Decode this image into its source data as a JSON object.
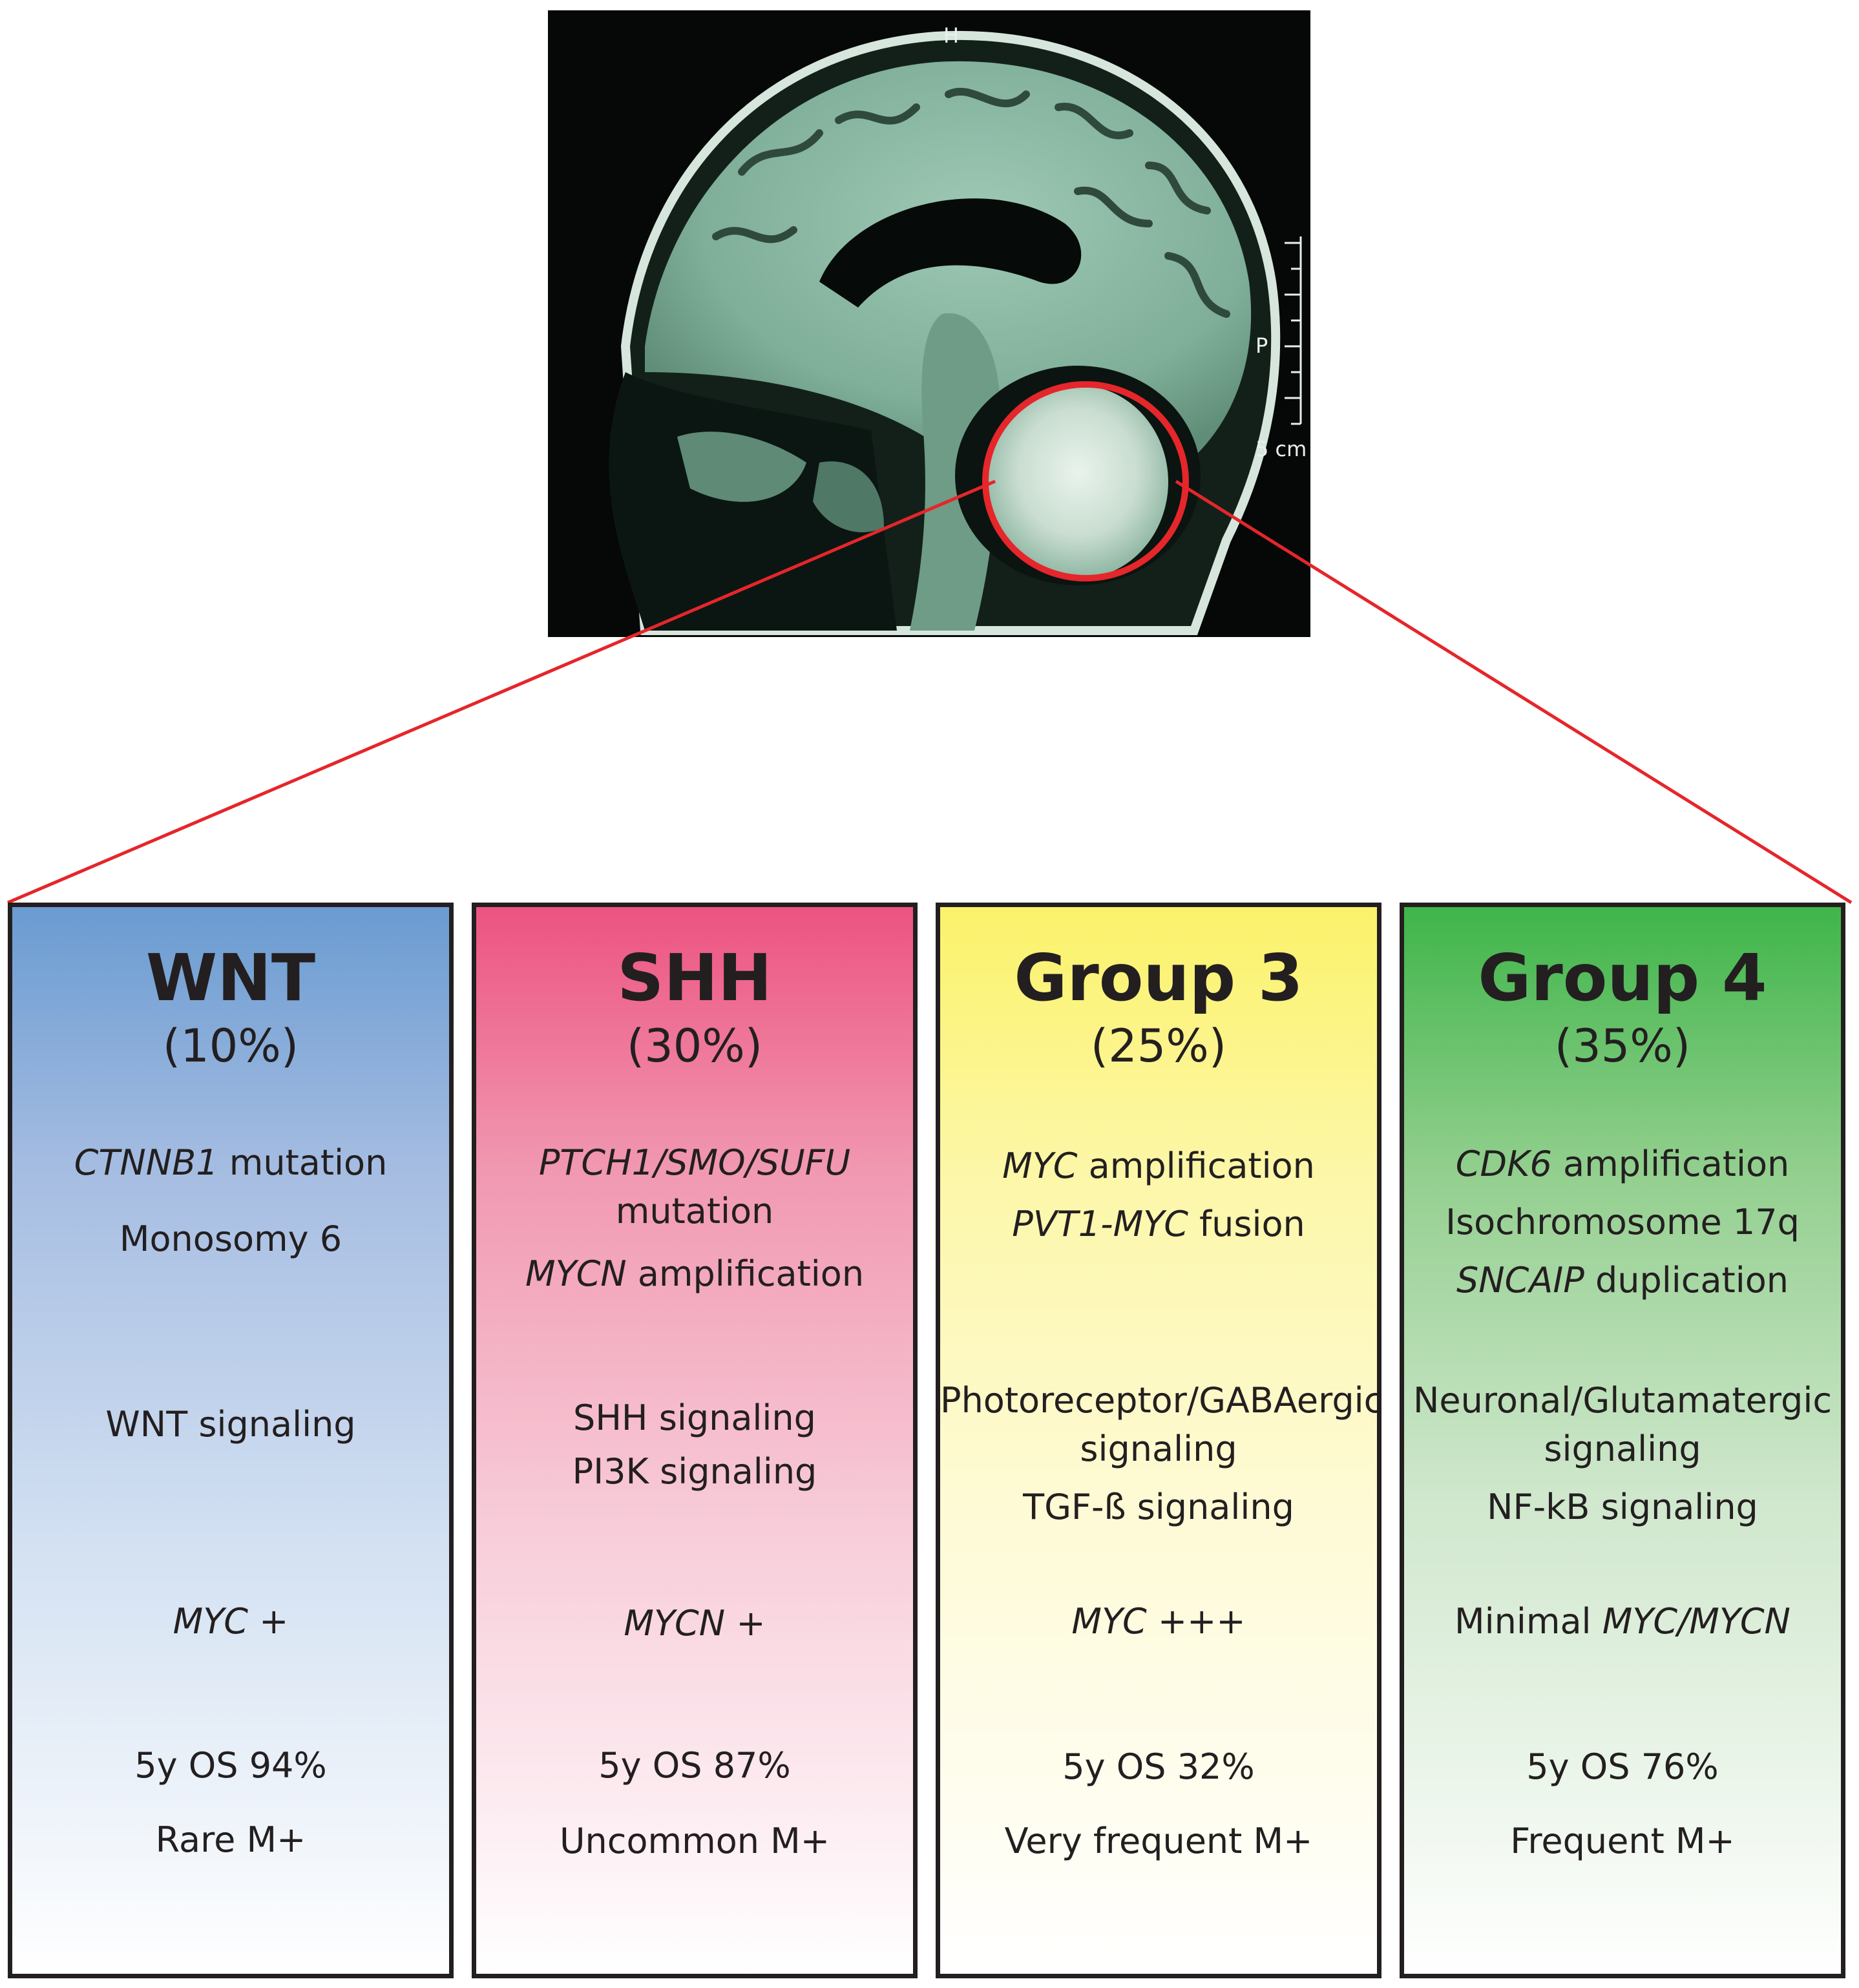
{
  "scan": {
    "marker_top": "H",
    "marker_side": "P",
    "scale_label": "5 cm"
  },
  "colors": {
    "highlight_red": "#e5262b",
    "wnt": "#6a9bd1",
    "shh": "#ec5380",
    "group3": "#fbf26a",
    "group4": "#3fb549",
    "border": "#231f20"
  },
  "groups": [
    {
      "title": "WNT",
      "percent": "(10%)",
      "genetics": [
        {
          "italic": "CTNNB1",
          "rest": " mutation"
        },
        {
          "italic": "",
          "rest": "Monosomy 6"
        }
      ],
      "signaling": [
        "WNT signaling"
      ],
      "myc": {
        "prefix": "",
        "italic": "MYC",
        "rest": " +"
      },
      "survival": "5y OS 94%",
      "metastasis": "Rare M+"
    },
    {
      "title": "SHH",
      "percent": "(30%)",
      "genetics": [
        {
          "italic": "PTCH1/SMO/SUFU",
          "rest": ""
        },
        {
          "italic": "",
          "rest": "mutation"
        },
        {
          "italic": "MYCN",
          "rest": " amplification"
        }
      ],
      "signaling": [
        "SHH signaling",
        "PI3K signaling"
      ],
      "myc": {
        "prefix": "",
        "italic": "MYCN",
        "rest": " +"
      },
      "survival": "5y OS 87%",
      "metastasis": "Uncommon M+"
    },
    {
      "title": "Group 3",
      "percent": "(25%)",
      "genetics": [
        {
          "italic": "MYC",
          "rest": " amplification"
        },
        {
          "italic": "PVT1-MYC",
          "rest": " fusion"
        }
      ],
      "signaling": [
        "Photoreceptor/GABAergic",
        "signaling",
        "TGF-ß signaling"
      ],
      "myc": {
        "prefix": "",
        "italic": "MYC",
        "rest": " +++"
      },
      "survival": "5y OS 32%",
      "metastasis": "Very frequent M+"
    },
    {
      "title": "Group 4",
      "percent": "(35%)",
      "genetics": [
        {
          "italic": "CDK6",
          "rest": " amplification"
        },
        {
          "italic": "",
          "rest": "Isochromosome 17q"
        },
        {
          "italic": "SNCAIP",
          "rest": " duplication"
        }
      ],
      "signaling": [
        "Neuronal/Glutamatergic",
        "signaling",
        "NF-kB signaling"
      ],
      "myc": {
        "prefix": "Minimal ",
        "italic": "MYC/MYCN",
        "rest": ""
      },
      "survival": "5y OS 76%",
      "metastasis": "Frequent M+"
    }
  ]
}
